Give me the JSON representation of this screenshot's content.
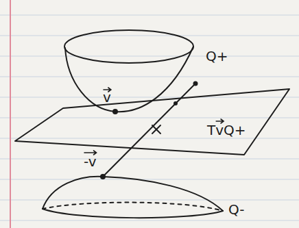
{
  "diagram": {
    "nodes": [
      {
        "text": [
          "TvQ+"
        ]
      }
    ],
    "labels": [
      "Q+",
      "v",
      "-v",
      "Q-"
    ]
  }
}
